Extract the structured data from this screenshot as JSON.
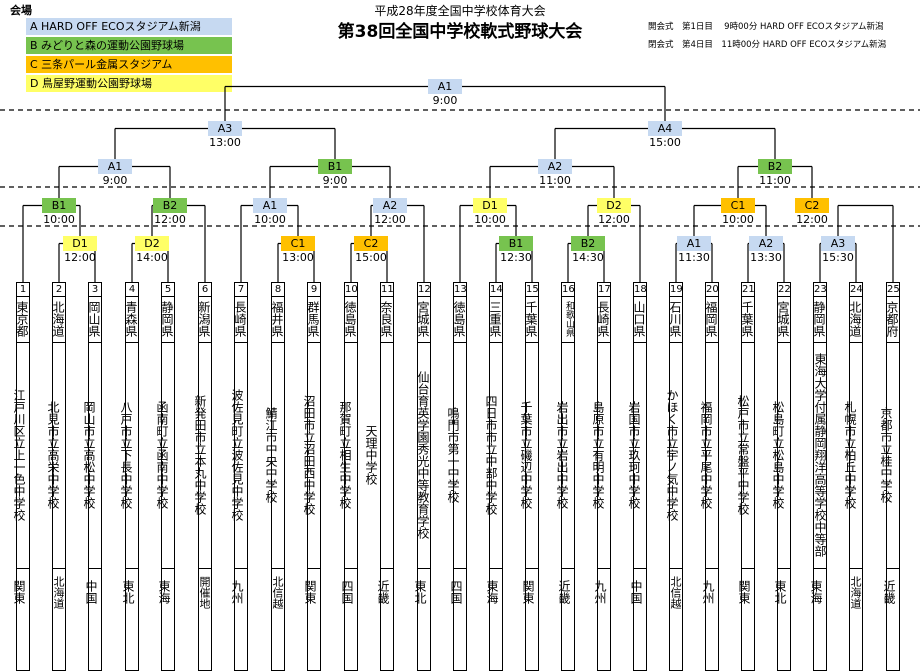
{
  "header": {
    "venue_title": "会場",
    "subtitle": "平成28年度全国中学校体育大会",
    "title": "第38回全国中学校軟式野球大会",
    "ceremonies": [
      "開会式　第1日目　 9時00分  HARD OFF ECOスタジアム新潟",
      "閉会式　第4日目　11時00分  HARD OFF ECOスタジアム新潟"
    ]
  },
  "venues": [
    {
      "label": "A  HARD OFF ECOスタジアム新潟",
      "color": "#c6d9f1"
    },
    {
      "label": "B  みどりと森の運動公園野球場",
      "color": "#77c34f"
    },
    {
      "label": "C  三条パール金属スタジアム",
      "color": "#ffc000"
    },
    {
      "label": "D  鳥屋野運動公園野球場",
      "color": "#ffff66"
    }
  ],
  "games": [
    {
      "code": "A1",
      "time": "9:00"
    },
    {
      "code": "A3",
      "time": "13:00"
    },
    {
      "code": "A4",
      "time": "15:00"
    },
    {
      "code": "A1",
      "time": "9:00"
    },
    {
      "code": "B1",
      "time": "9:00"
    },
    {
      "code": "A2",
      "time": "11:00"
    },
    {
      "code": "B2",
      "time": "11:00"
    },
    {
      "code": "B1",
      "time": "10:00"
    },
    {
      "code": "B2",
      "time": "12:00"
    },
    {
      "code": "A1",
      "time": "10:00"
    },
    {
      "code": "A2",
      "time": "12:00"
    },
    {
      "code": "D1",
      "time": "10:00"
    },
    {
      "code": "D2",
      "time": "12:00"
    },
    {
      "code": "C1",
      "time": "10:00"
    },
    {
      "code": "C2",
      "time": "12:00"
    },
    {
      "code": "D1",
      "time": "12:00"
    },
    {
      "code": "D2",
      "time": "14:00"
    },
    {
      "code": "C1",
      "time": "13:00"
    },
    {
      "code": "C2",
      "time": "15:00"
    },
    {
      "code": "B1",
      "time": "12:30"
    },
    {
      "code": "B2",
      "time": "14:30"
    },
    {
      "code": "A1",
      "time": "11:30"
    },
    {
      "code": "A2",
      "time": "13:30"
    },
    {
      "code": "A3",
      "time": "15:30"
    }
  ],
  "teams": [
    {
      "num": "1",
      "pref": "東京都",
      "school": "江戸川区立上一色中学校",
      "region": "関東"
    },
    {
      "num": "2",
      "pref": "北海道",
      "school": "北見市立高栄中学校",
      "region": "北海道"
    },
    {
      "num": "3",
      "pref": "岡山県",
      "school": "岡山市立高松中学校",
      "region": "中国"
    },
    {
      "num": "4",
      "pref": "青森県",
      "school": "八戸市立下長中学校",
      "region": "東北"
    },
    {
      "num": "5",
      "pref": "静岡県",
      "school": "函南町立函南中学校",
      "region": "東海"
    },
    {
      "num": "6",
      "pref": "新潟県",
      "school": "新発田市立本丸中学校",
      "region": "開催地"
    },
    {
      "num": "7",
      "pref": "長崎県",
      "school": "波佐見町立波佐見中学校",
      "region": "九州"
    },
    {
      "num": "8",
      "pref": "福井県",
      "school": "鯖江市中央中学校",
      "region": "北信越"
    },
    {
      "num": "9",
      "pref": "群馬県",
      "school": "沼田市立沼田西中学校",
      "region": "関東"
    },
    {
      "num": "10",
      "pref": "徳島県",
      "school": "那賀町立相生中学校",
      "region": "四国"
    },
    {
      "num": "11",
      "pref": "奈良県",
      "school": "天理中学校",
      "region": "近畿"
    },
    {
      "num": "12",
      "pref": "宮城県",
      "school": "仙台育英学園秀光中等教育学校",
      "region": "東北"
    },
    {
      "num": "13",
      "pref": "徳島県",
      "school": "鳴門市第一中学校",
      "region": "四国"
    },
    {
      "num": "14",
      "pref": "三重県",
      "school": "四日市市立中部中学校",
      "region": "東海"
    },
    {
      "num": "15",
      "pref": "千葉県",
      "school": "千葉市立磯辺中学校",
      "region": "関東"
    },
    {
      "num": "16",
      "pref": "和歌山県",
      "school": "岩出市立岩出中学校",
      "region": "近畿"
    },
    {
      "num": "17",
      "pref": "長崎県",
      "school": "島原市立有明中学校",
      "region": "九州"
    },
    {
      "num": "18",
      "pref": "山口県",
      "school": "岩国市立玖珂中学校",
      "region": "中国"
    },
    {
      "num": "19",
      "pref": "石川県",
      "school": "かほく市立宇ノ気中学校",
      "region": "北信越"
    },
    {
      "num": "20",
      "pref": "福岡県",
      "school": "福岡市立平尾中学校",
      "region": "九州"
    },
    {
      "num": "21",
      "pref": "千葉県",
      "school": "松戸市立常盤平中学校",
      "region": "関東"
    },
    {
      "num": "22",
      "pref": "宮城県",
      "school": "松島町立松島中学校",
      "region": "東北"
    },
    {
      "num": "23",
      "pref": "静岡県",
      "school": "東海大学付属静岡翔洋高等学校中等部",
      "region": "東海"
    },
    {
      "num": "24",
      "pref": "北海道",
      "school": "札幌市立柏丘中学校",
      "region": "北海道"
    },
    {
      "num": "25",
      "pref": "京都府",
      "school": "京都市立桂中学校",
      "region": "近畿"
    }
  ]
}
